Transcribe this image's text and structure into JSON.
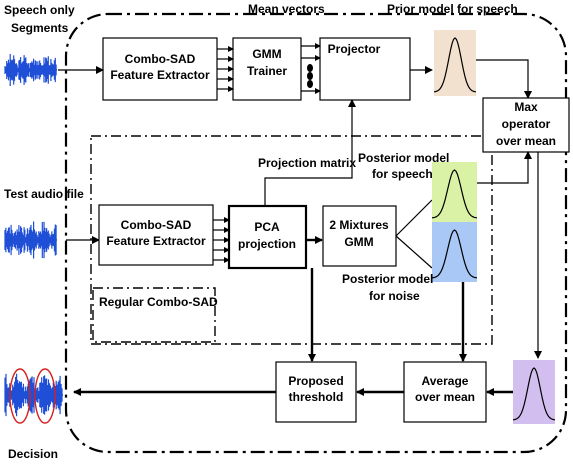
{
  "labels": {
    "speech_only_line1": "Speech only",
    "speech_only_line2": "Segments",
    "mean_vectors": "Mean vectors",
    "prior_model": "Prior model for speech",
    "combo_sad_top_line1": "Combo-SAD",
    "combo_sad_top_line2": "Feature Extractor",
    "gmm_trainer_line1": "GMM",
    "gmm_trainer_line2": "Trainer",
    "projector": "Projector",
    "max_operator_line1": "Max",
    "max_operator_line2": "operator",
    "max_operator_line3": "over mean",
    "projection_matrix": "Projection matrix",
    "posterior_speech_line1": "Posterior model",
    "posterior_speech_line2": "for speech",
    "test_audio": "Test audio file",
    "combo_sad_mid_line1": "Combo-SAD",
    "combo_sad_mid_line2": "Feature Extractor",
    "pca_line1": "PCA",
    "pca_line2": "projection",
    "mixtures_line1": "2 Mixtures",
    "mixtures_line2": "GMM",
    "posterior_noise_line1": "Posterior model",
    "posterior_noise_line2": "for noise",
    "regular_combo_sad": "Regular Combo-SAD",
    "proposed_line1": "Proposed",
    "proposed_line2": "threshold",
    "average_line1": "Average",
    "average_line2": "over mean",
    "decision": "Decision"
  },
  "colors": {
    "prior_fill": "#f2e1cf",
    "posterior_speech_fill": "#d9f2a6",
    "posterior_noise_fill": "#a9c8f5",
    "average_fill": "#d2bff0",
    "waveform": "#1f4fd6",
    "decision_marks": "#d62020"
  }
}
